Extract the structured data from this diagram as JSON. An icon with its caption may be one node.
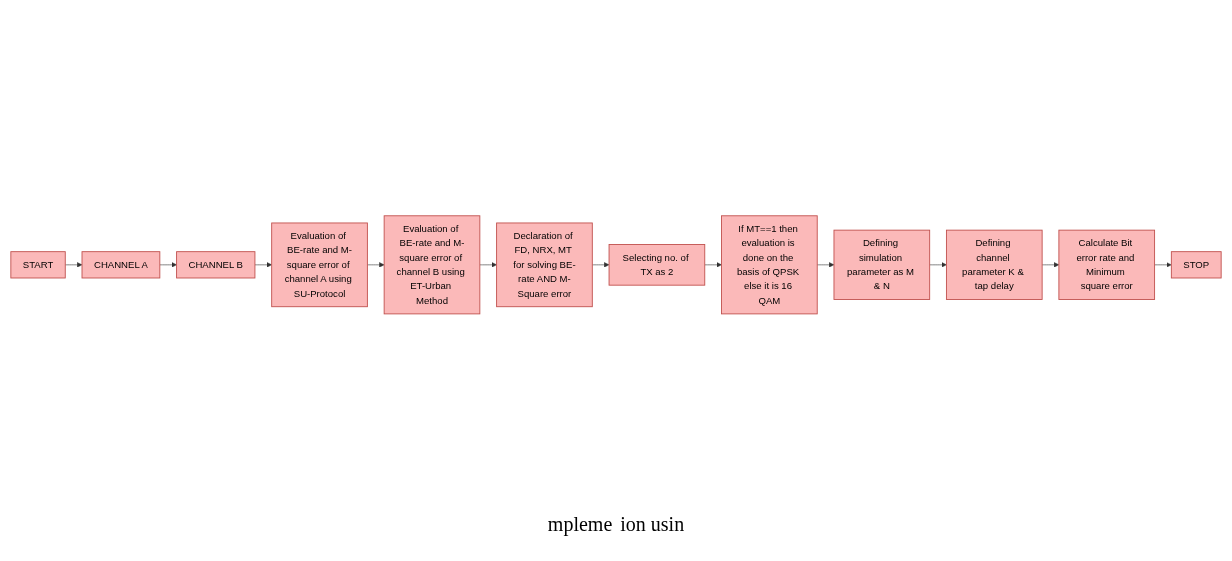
{
  "diagram": {
    "nodes": [
      {
        "text": [
          "START"
        ]
      },
      {
        "text": [
          "CHANNEL A"
        ]
      },
      {
        "text": [
          "CHANNEL B"
        ]
      },
      {
        "text": [
          "Evaluation of BE-rate and M-square error of channel A using SU-Protocol"
        ]
      },
      {
        "text": [
          "Evaluation of BE-rate and M-square error of channel B using ET-Urban Method"
        ]
      },
      {
        "text": [
          "Declaration of FD, NRX, MT for solving BE-rate AND M-Square error"
        ]
      },
      {
        "text": [
          "Selecting no. of TX as 2"
        ]
      },
      {
        "text": [
          "If MT==1 then evaluation is done on the basis of QPSK else it is 16 QAM"
        ]
      },
      {
        "text": [
          "Defining simulation parameter as M & N"
        ]
      },
      {
        "text": [
          "Defining channel parameter K & tap delay"
        ]
      },
      {
        "text": [
          "Calculate Bit error rate and Minimum square error"
        ]
      },
      {
        "text": [
          "STOP"
        ]
      }
    ],
    "edges": [
      {
        "from": 0,
        "to": 1,
        "arrow": "to"
      },
      {
        "from": 1,
        "to": 2,
        "arrow": "to"
      },
      {
        "from": 2,
        "to": 3,
        "arrow": "to"
      },
      {
        "from": 3,
        "to": 4,
        "arrow": "to"
      },
      {
        "from": 4,
        "to": 5,
        "arrow": "to"
      },
      {
        "from": 5,
        "to": 6,
        "arrow": "to"
      },
      {
        "from": 6,
        "to": 7,
        "arrow": "to"
      },
      {
        "from": 7,
        "to": 8,
        "arrow": "to"
      },
      {
        "from": 8,
        "to": 9,
        "arrow": "to"
      },
      {
        "from": 9,
        "to": 10,
        "arrow": "to"
      },
      {
        "from": 10,
        "to": 11,
        "arrow": "to"
      }
    ],
    "labels": [
      "mpleme",
      "ion usin"
    ]
  }
}
